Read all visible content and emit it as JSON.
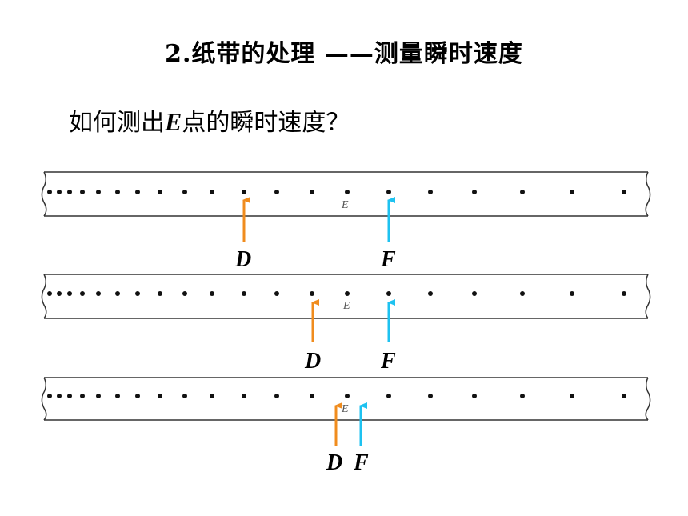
{
  "title": "2.纸带的处理 ——测量瞬时速度",
  "question": {
    "prefix": "如何测出",
    "point": "E",
    "suffix": "点的瞬时速度？"
  },
  "colors": {
    "arrow_d": "#f08c1e",
    "arrow_f": "#1ec2f0",
    "tape": "#333333"
  },
  "point_label": "E",
  "tapes": [
    {
      "d_label": "D",
      "f_label": "F"
    },
    {
      "d_label": "D",
      "f_label": "F"
    },
    {
      "d_label": "D",
      "f_label": "F"
    }
  ]
}
